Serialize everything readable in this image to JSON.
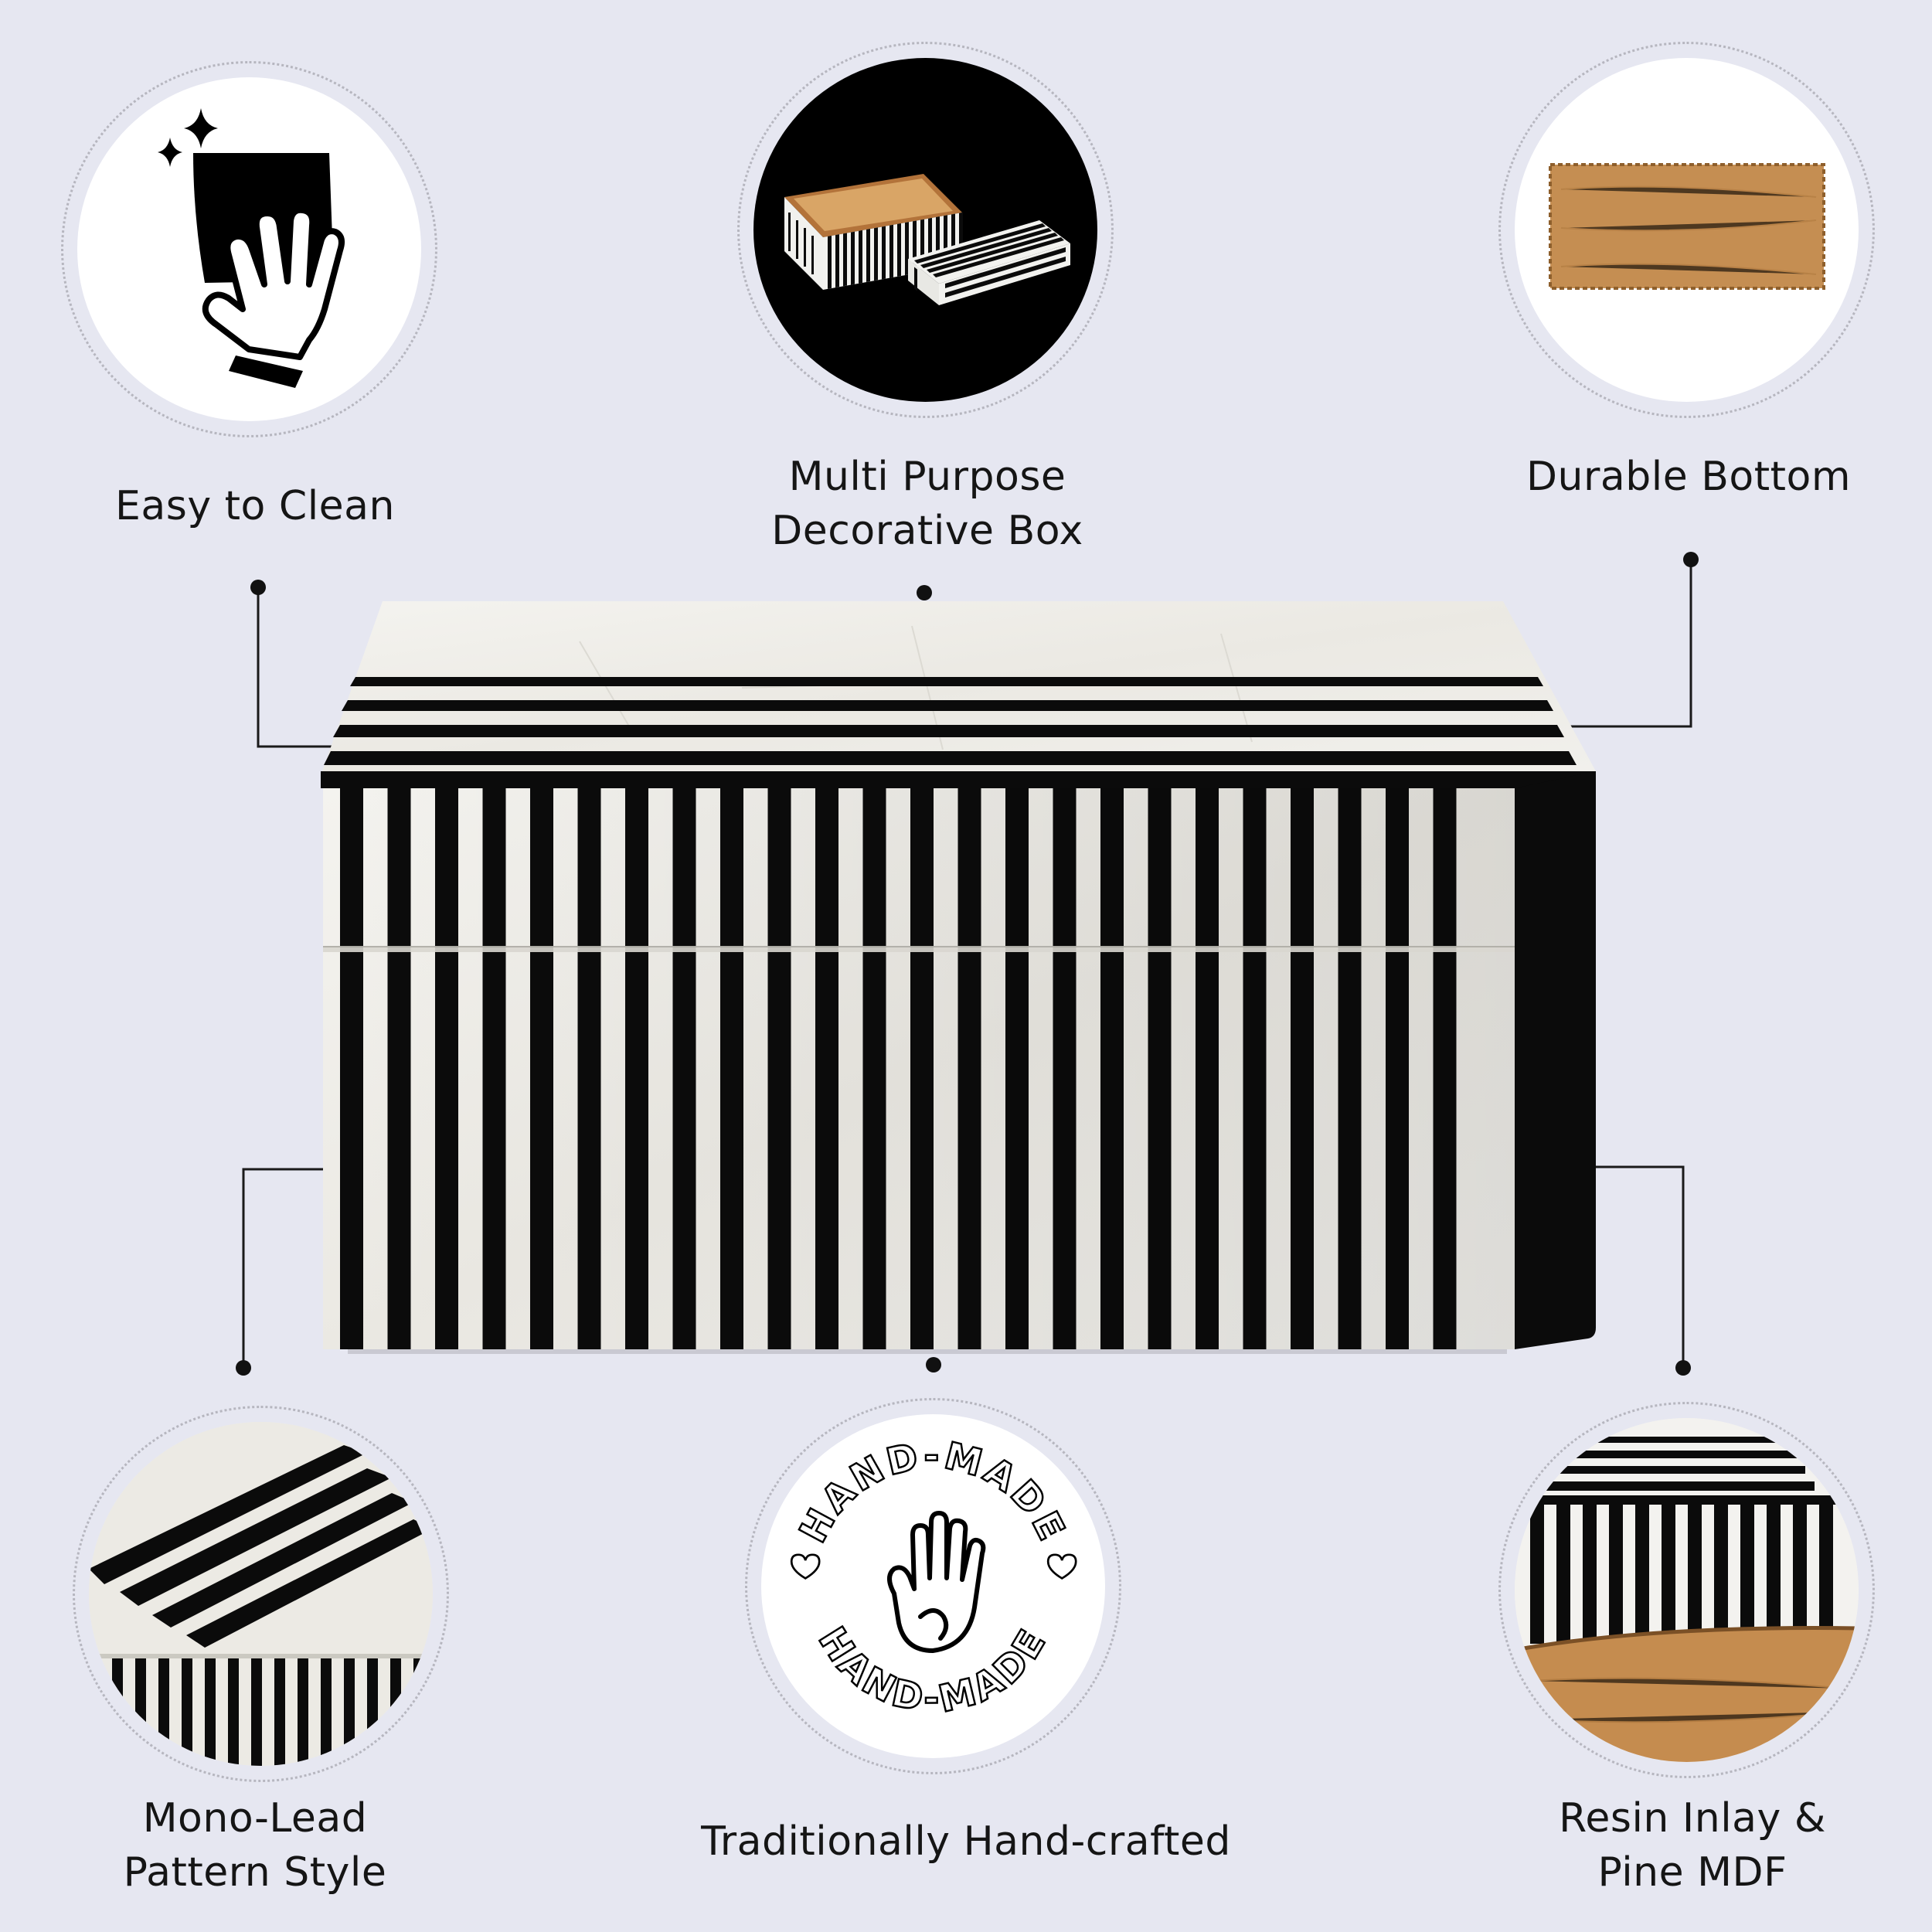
{
  "features": {
    "easy_to_clean": {
      "lines": [
        "Easy to Clean"
      ]
    },
    "multi_purpose": {
      "lines": [
        "Multi Purpose",
        "Decorative Box"
      ]
    },
    "durable_bottom": {
      "lines": [
        "Durable Bottom"
      ]
    },
    "mono_lead": {
      "lines": [
        "Mono-Lead",
        "Pattern Style"
      ]
    },
    "hand_crafted": {
      "lines": [
        "Traditionally Hand-crafted"
      ]
    },
    "resin_inlay": {
      "lines": [
        "Resin Inlay &",
        "Pine MDF"
      ]
    }
  },
  "badge": {
    "top_text": "HAND-MADE",
    "bottom_text": "HAND-MADE"
  },
  "icons": {
    "clean": "wipe-cloth-hand-icon",
    "badge": "palm-hand-icon",
    "heart": "heart-icon",
    "sparkle": "sparkle-icon"
  },
  "colors": {
    "background": "#e6e7f1",
    "stripe_black": "#0b0b0b",
    "bone_white": "#f0efeb",
    "pine_wood": "#c08a4e"
  }
}
